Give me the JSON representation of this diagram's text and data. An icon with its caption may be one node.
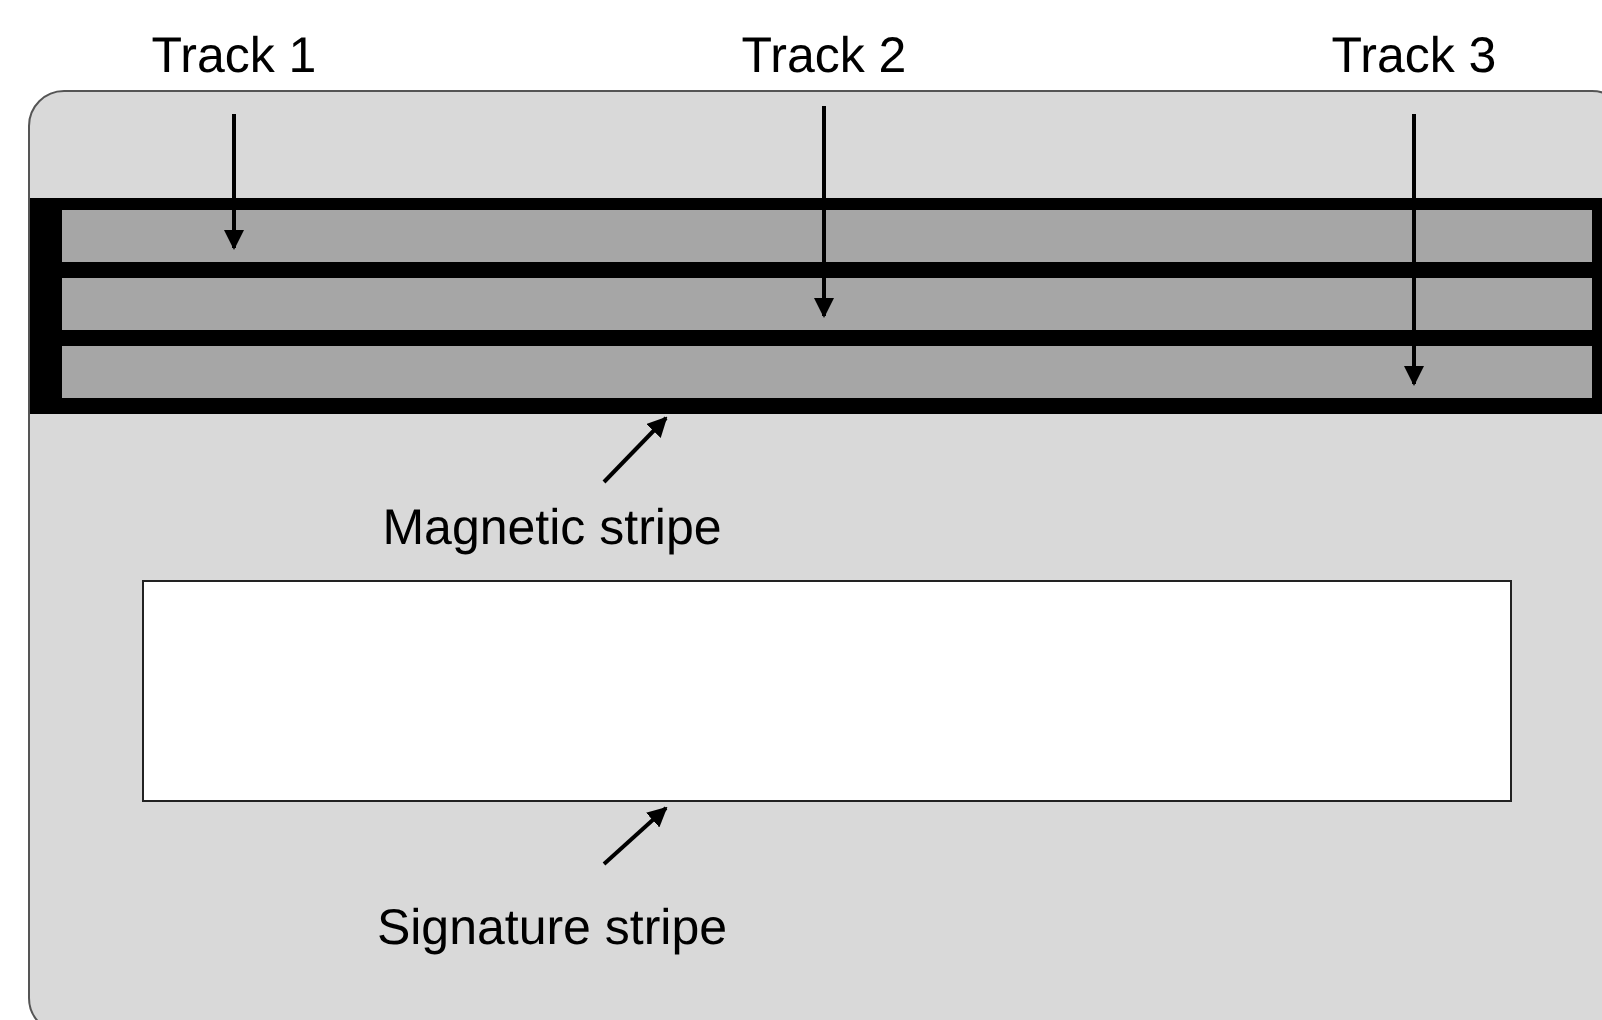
{
  "diagram": {
    "nodes": [
      {
        "text": [],
        "shape": "box"
      },
      {
        "text": [],
        "shape": "bar",
        "in": 0
      },
      {
        "text": [],
        "shape": "bar",
        "in": 1
      },
      {
        "text": [],
        "shape": "bar",
        "in": 1
      },
      {
        "text": [],
        "shape": "bar",
        "in": 1
      },
      {
        "text": [],
        "shape": "box",
        "in": 0
      },
      {
        "text": [
          "Track 1"
        ]
      },
      {
        "text": [
          "Track 2"
        ]
      },
      {
        "text": [
          "Track 3"
        ]
      },
      {
        "text": [
          "Magnetic stripe"
        ],
        "in": 0
      },
      {
        "text": [
          "Signature stripe"
        ],
        "in": 0
      }
    ],
    "edges": [
      {
        "from": 6,
        "to": 2,
        "arrow": "to"
      },
      {
        "from": 7,
        "to": 3,
        "arrow": "to"
      },
      {
        "from": 8,
        "to": 4,
        "arrow": "to"
      },
      {
        "from": 9,
        "to": 1,
        "arrow": "to"
      },
      {
        "from": 10,
        "to": 5,
        "arrow": "to"
      }
    ]
  }
}
